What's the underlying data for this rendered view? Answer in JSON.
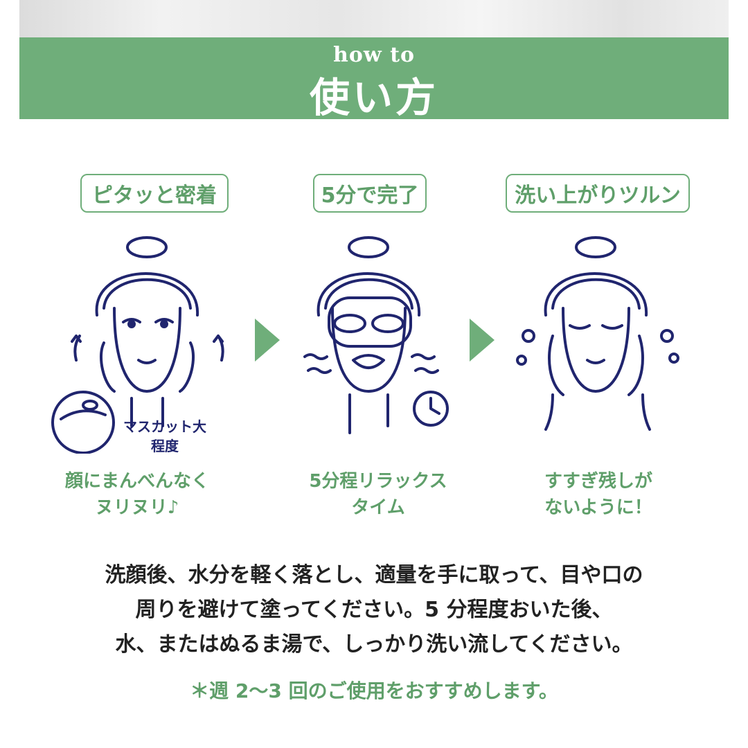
{
  "header": {
    "subtitle": "how to",
    "title": "使い方"
  },
  "steps": [
    {
      "label": "ピタッと密着",
      "caption_line1": "顔にまんべんなく",
      "caption_line2": "ヌリヌリ♪",
      "note_line1": "マスカット大",
      "note_line2": "程度"
    },
    {
      "label": "5分で完了",
      "caption_line1": "5分程リラックス",
      "caption_line2": "タイム"
    },
    {
      "label": "洗い上がりツルン",
      "caption_line1": "すすぎ残しが",
      "caption_line2": "ないように！"
    }
  ],
  "description": {
    "line1": "洗顔後、水分を軽く落とし、適量を手に取って、目や口の",
    "line2": "周りを避けて塗ってください。5 分程度おいた後、",
    "line3": "水、またはぬるま湯で、しっかり洗い流してください。"
  },
  "note": "＊週 2〜3 回のご使用をおすすめします。",
  "colors": {
    "accent_green": "#6fae7a",
    "line_navy": "#20256e",
    "text_dark": "#222222"
  }
}
